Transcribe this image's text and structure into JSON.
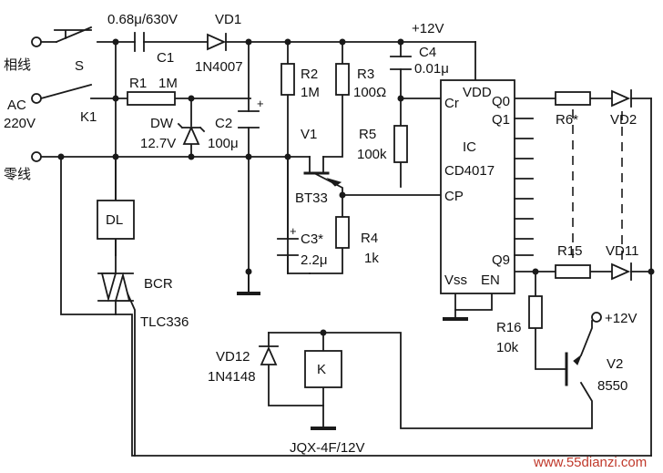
{
  "labels": {
    "live_wire": "相线",
    "neutral_wire": "零线",
    "ac": "AC",
    "ac_voltage": "220V",
    "switch_s": "S",
    "relay_contact": "K1",
    "c1_value": "0.68μ/630V",
    "c1": "C1",
    "vd1": "VD1",
    "vd1_part": "1N4007",
    "r1": "R1",
    "r1_value": "1M",
    "dw": "DW",
    "dw_value": "12.7V",
    "c2": "C2",
    "c2_value": "100μ",
    "r2": "R2",
    "r2_value": "1M",
    "r3": "R3",
    "r3_value": "100Ω",
    "v1": "V1",
    "v1_part": "BT33",
    "c3": "C3*",
    "c3_value": "2.2μ",
    "r4": "R4",
    "r4_value": "1k",
    "supply_top": "+12V",
    "c4": "C4",
    "c4_value": "0.01μ",
    "r5": "R5",
    "r5_value": "100k",
    "ic": "IC",
    "ic_part": "CD4017",
    "pin_cr": "Cr",
    "pin_vdd": "VDD",
    "pin_q0": "Q0",
    "pin_q1": "Q1",
    "pin_q9": "Q9",
    "pin_cp": "CP",
    "pin_vss": "Vss",
    "pin_en": "EN",
    "r6": "R6*",
    "vd2": "VD2",
    "r15": "R15",
    "vd11": "VD11",
    "r16": "R16",
    "r16_value": "10k",
    "supply_right": "+12V",
    "v2": "V2",
    "v2_part": "8550",
    "dl": "DL",
    "bcr": "BCR",
    "bcr_part": "TLC336",
    "vd12": "VD12",
    "vd12_part": "1N4148",
    "relay_k": "K",
    "relay_part": "JQX-4F/12V",
    "watermark": "www.55dianzi.com"
  },
  "colors": {
    "line": "#1a1a1a",
    "watermark": "#c0392b"
  }
}
